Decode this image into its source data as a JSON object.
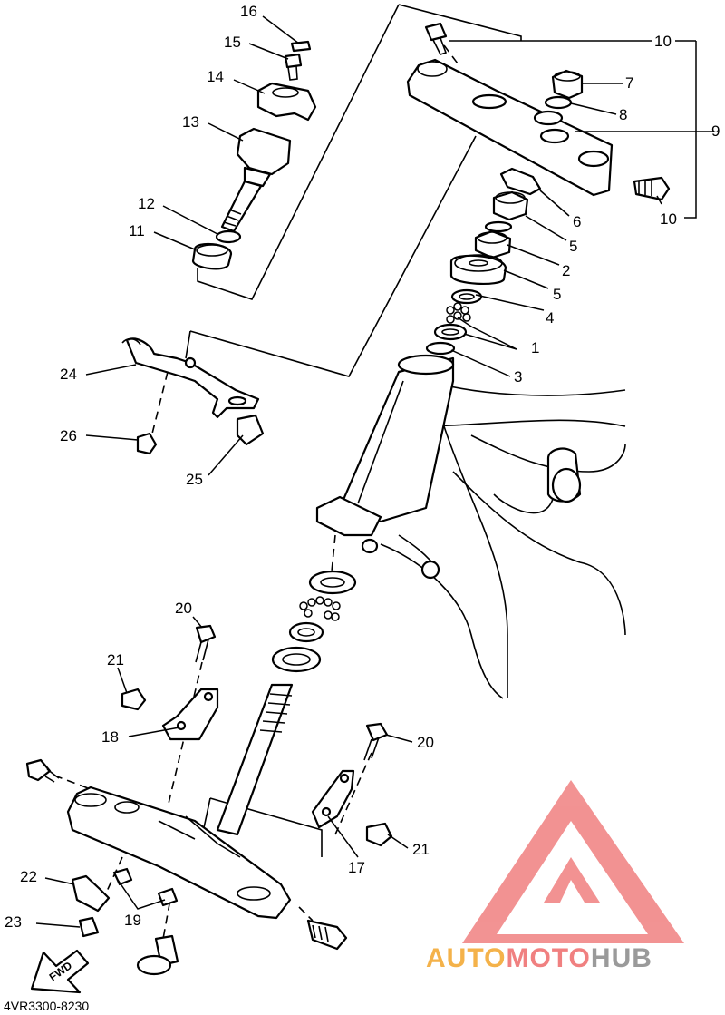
{
  "diagram": {
    "callouts": [
      {
        "id": "c16",
        "label": "16"
      },
      {
        "id": "c15",
        "label": "15"
      },
      {
        "id": "c14",
        "label": "14"
      },
      {
        "id": "c13",
        "label": "13"
      },
      {
        "id": "c12",
        "label": "12"
      },
      {
        "id": "c11",
        "label": "11"
      },
      {
        "id": "c10a",
        "label": "10"
      },
      {
        "id": "c7",
        "label": "7"
      },
      {
        "id": "c8",
        "label": "8"
      },
      {
        "id": "c9",
        "label": "9"
      },
      {
        "id": "c10b",
        "label": "10"
      },
      {
        "id": "c6",
        "label": "6"
      },
      {
        "id": "c5a",
        "label": "5"
      },
      {
        "id": "c2",
        "label": "2"
      },
      {
        "id": "c5b",
        "label": "5"
      },
      {
        "id": "c4",
        "label": "4"
      },
      {
        "id": "c1",
        "label": "1"
      },
      {
        "id": "c3",
        "label": "3"
      },
      {
        "id": "c24",
        "label": "24"
      },
      {
        "id": "c26",
        "label": "26"
      },
      {
        "id": "c25",
        "label": "25"
      },
      {
        "id": "c20a",
        "label": "20"
      },
      {
        "id": "c21a",
        "label": "21"
      },
      {
        "id": "c18",
        "label": "18"
      },
      {
        "id": "c20b",
        "label": "20"
      },
      {
        "id": "c21b",
        "label": "21"
      },
      {
        "id": "c17",
        "label": "17"
      },
      {
        "id": "c22",
        "label": "22"
      },
      {
        "id": "c19",
        "label": "19"
      },
      {
        "id": "c23",
        "label": "23"
      }
    ],
    "fwd_label": "FWD",
    "doc_code": "4VR3300-8230"
  },
  "watermark": {
    "part1": "AUTO",
    "part2": "MOTO",
    "part3": "HUB",
    "colors": {
      "triangle": "#f08080",
      "auto": "#f4b24a",
      "moto": "#f08080",
      "hub": "#9a9a9a"
    }
  }
}
